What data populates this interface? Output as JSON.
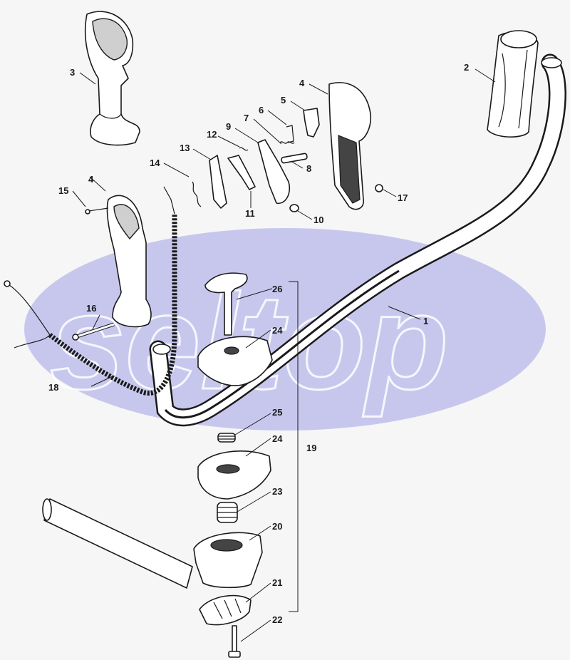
{
  "watermark": "seltop",
  "colors": {
    "watermark_band": "#c7c7ee",
    "ink": "#1a1a1a",
    "paper": "#f6f6f6"
  },
  "callouts": [
    {
      "id": "c1",
      "text": "1"
    },
    {
      "id": "c2",
      "text": "2"
    },
    {
      "id": "c3",
      "text": "3"
    },
    {
      "id": "c4a",
      "text": "4"
    },
    {
      "id": "c4b",
      "text": "4"
    },
    {
      "id": "c5",
      "text": "5"
    },
    {
      "id": "c6",
      "text": "6"
    },
    {
      "id": "c7",
      "text": "7"
    },
    {
      "id": "c8",
      "text": "8"
    },
    {
      "id": "c9",
      "text": "9"
    },
    {
      "id": "c10",
      "text": "10"
    },
    {
      "id": "c11",
      "text": "11"
    },
    {
      "id": "c12",
      "text": "12"
    },
    {
      "id": "c13",
      "text": "13"
    },
    {
      "id": "c14",
      "text": "14"
    },
    {
      "id": "c15",
      "text": "15"
    },
    {
      "id": "c16",
      "text": "16"
    },
    {
      "id": "c17",
      "text": "17"
    },
    {
      "id": "c18",
      "text": "18"
    },
    {
      "id": "c19",
      "text": "19"
    },
    {
      "id": "c20",
      "text": "20"
    },
    {
      "id": "c21",
      "text": "21"
    },
    {
      "id": "c22",
      "text": "22"
    },
    {
      "id": "c23",
      "text": "23"
    },
    {
      "id": "c24a",
      "text": "24"
    },
    {
      "id": "c24b",
      "text": "24"
    },
    {
      "id": "c25",
      "text": "25"
    },
    {
      "id": "c26",
      "text": "26"
    }
  ]
}
